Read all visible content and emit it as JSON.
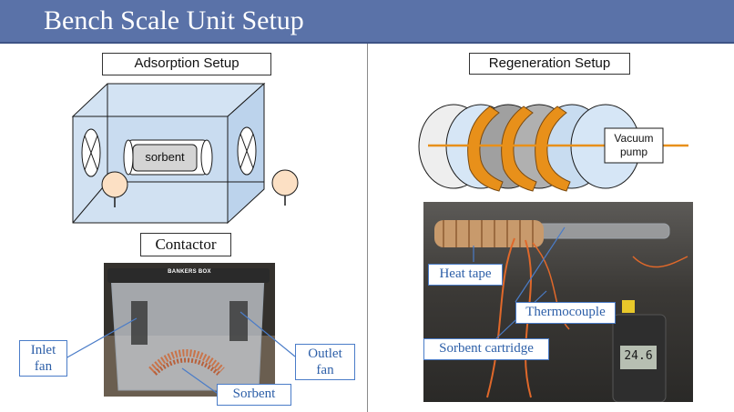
{
  "header": {
    "title": "Bench Scale Unit Setup"
  },
  "left": {
    "adsorption_label": "Adsorption Setup",
    "sorbent_label": "sorbent",
    "contactor_label": "Contactor",
    "photo_box_brand": "BANKERS BOX",
    "callouts": {
      "inlet_fan": "Inlet fan",
      "outlet_fan": "Outlet fan",
      "sorbent": "Sorbent"
    }
  },
  "right": {
    "regeneration_label": "Regeneration Setup",
    "vacuum_pump_label": "Vacuum pump",
    "meter_reading": "24.6",
    "callouts": {
      "heat_tape": "Heat tape",
      "thermocouple": "Thermocouple",
      "sorbent_cartridge": "Sorbent cartridge"
    }
  },
  "colors": {
    "title_bar": "#5a72a8",
    "box_fill": "#c9dcf0",
    "callout_border": "#4a7cc8",
    "orange": "#e8901a"
  }
}
